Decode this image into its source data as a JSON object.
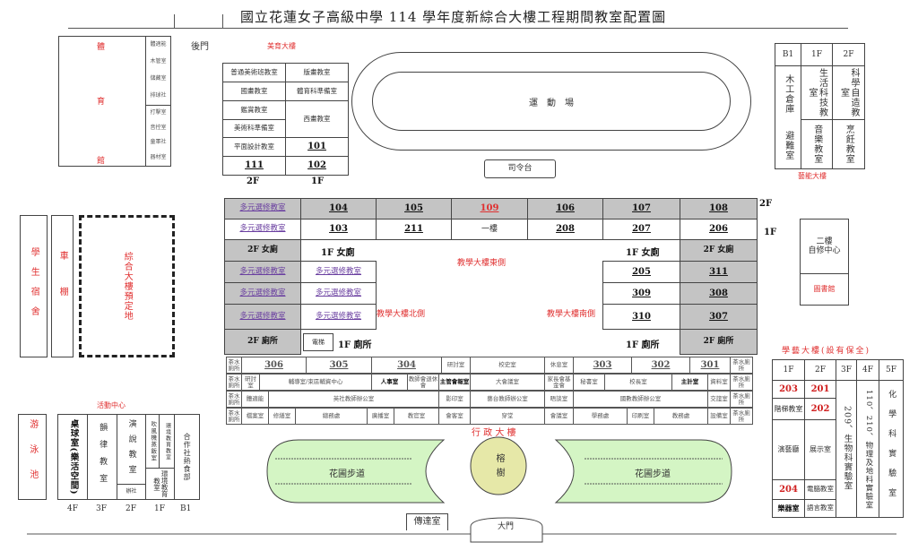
{
  "title": "國立花蓮女子高級中學 114 學年度新綜合大樓工程期間教室配置圖",
  "back_gate": "後門",
  "gym": {
    "name": [
      "體",
      "育",
      "館"
    ],
    "rooms_top": [
      "體適能",
      "木管室",
      "儲藏室",
      "排球社"
    ],
    "rooms_bottom": [
      "打擊室",
      "音控室",
      "童軍社",
      "器材室"
    ]
  },
  "arts_building": {
    "label": "美育大樓",
    "rows": [
      [
        "普通美術班教室",
        "版畫教室"
      ],
      [
        "國畫教室",
        "體育科準備室"
      ],
      [
        "鑑賞教室",
        "西畫教室"
      ],
      [
        "美術科準備室"
      ],
      [
        "平面設計教室",
        "101"
      ],
      [
        "111",
        "102"
      ]
    ],
    "floors": [
      "2F",
      "1F"
    ]
  },
  "field": {
    "label": "運　動　場",
    "stage": "司令台"
  },
  "skills_building": {
    "label": "藝能大樓",
    "headers": [
      "B1",
      "1F",
      "2F"
    ],
    "b1": [
      "木工倉庫",
      "避難室"
    ],
    "f1": [
      "生活科技教室",
      "音樂教室"
    ],
    "f2": [
      "科學自造教室",
      "烹飪教室"
    ]
  },
  "library": {
    "upper": "二樓\n自修中心",
    "name": "圖書館"
  },
  "left": {
    "dorm": "學生宿舍",
    "bike": "車棚",
    "site": "綜合大樓預定地"
  },
  "teaching": {
    "elective": "多元選修教室",
    "row2f": [
      "104",
      "105",
      "109",
      "106",
      "107",
      "108"
    ],
    "row1f": [
      "103",
      "211",
      "一樓",
      "208",
      "207",
      "206"
    ],
    "floor_2f": "2F",
    "floor_1f": "1F",
    "toilet_2f_f": "2F 女廁",
    "toilet_1f_f": "1F 女廁",
    "toilet_2f": "2F 廁所",
    "toilet_1f": "1F 廁所",
    "elevator": "電梯",
    "east": "教學大樓東側",
    "north": "教學大樓北側",
    "south": "教學大樓南側",
    "south_inner": [
      "205",
      "309",
      "310"
    ],
    "south_outer": [
      "311",
      "308",
      "307"
    ]
  },
  "admin": {
    "label": "行 政 大 樓",
    "tea": "茶水廁所",
    "row1": [
      "306",
      "305",
      "304",
      "研討室",
      "校史室",
      "休息室",
      "303",
      "302",
      "301"
    ],
    "row2": [
      "研討室",
      "輔導室/束區輔資中心",
      "人事室",
      "教師會退休會",
      "主管會報室",
      "大會議室",
      "家長會基金會",
      "秘書室",
      "校長室",
      "主計室",
      "資料室"
    ],
    "row3": [
      "體適能",
      "英社教師辦公室",
      "影印室",
      "藝台教師辦公室",
      "晤談室",
      "國數教師辦公室",
      "交誼室"
    ],
    "row4": [
      "檔案室",
      "修繕室",
      "總務處",
      "廣播室",
      "教官室",
      "會客室",
      "穿堂",
      "會議室",
      "學務處",
      "印刷室",
      "教務處",
      "設備室"
    ]
  },
  "activity": {
    "label": "活動中心",
    "pool": "游泳池",
    "rooms": {
      "f4": "桌球室(樂活空間)",
      "f3": "韻律教室",
      "f2": "演說教室",
      "f2b": "辦社",
      "f1a": "吹風機蒸飯室",
      "f1b": "環境教育教室",
      "f1c": "環境教育教室",
      "b1": "合作社熱食部"
    },
    "floors": [
      "4F",
      "3F",
      "2F",
      "1F",
      "B1"
    ]
  },
  "science": {
    "label": "學藝大樓(設有保全)",
    "headers": [
      "1F",
      "2F",
      "3F",
      "4F",
      "5F"
    ],
    "f1": [
      "203",
      "階梯教室",
      "演藝廳",
      "204",
      "樂器室"
    ],
    "f2": [
      "201",
      "202",
      "展示室",
      "電腦教室",
      "語言教室"
    ],
    "f3": "209、生物科實驗室",
    "f4": "110、210、物理及地科實驗室",
    "f5": "化學科實驗室"
  },
  "garden": "花圃步道",
  "tree": "榕樹",
  "guard": "傳達室",
  "gate": "大門",
  "colors": {
    "red": "#e03030",
    "grey": "#c4c4c4",
    "garden": "#d4f5c4",
    "tree": "#e6e8a8",
    "purple": "#6a3fa0"
  }
}
